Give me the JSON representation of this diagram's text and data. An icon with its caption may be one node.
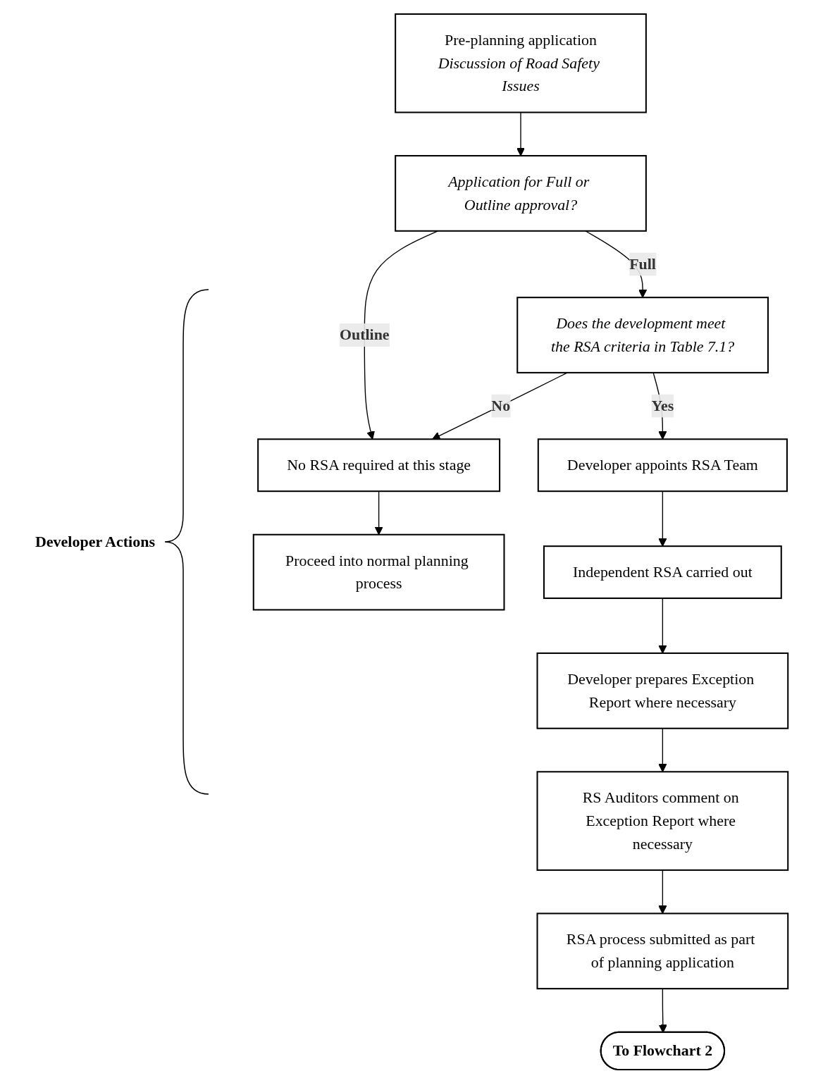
{
  "diagram": {
    "nodes": [
      {
        "text": [
          "Pre-planning application",
          "Discussion of Road Safety Issues"
        ]
      },
      {
        "text": [
          "Application for Full or Outline approval?"
        ]
      },
      {
        "text": [
          "No RSA required at this stage"
        ]
      },
      {
        "text": [
          "Does the development meet the RSA criteria in Table 7.1?"
        ]
      },
      {
        "text": [
          "Proceed into normal planning process"
        ]
      },
      {
        "text": [
          "Developer appoints RSA Team"
        ]
      },
      {
        "text": [
          "Independent RSA carried out"
        ]
      },
      {
        "text": [
          "Developer prepares Exception Report where necessary"
        ]
      },
      {
        "text": [
          "RS Auditors comment on Exception Report where necessary"
        ]
      },
      {
        "text": [
          "RSA process submitted as part of planning application"
        ]
      },
      {
        "text": [
          "To Flowchart 2"
        ]
      }
    ],
    "edges": [
      {
        "from": 0,
        "to": 1,
        "arrow": "to"
      },
      {
        "from": 1,
        "to": 2,
        "label": "Outline",
        "arrow": "to"
      },
      {
        "from": 1,
        "to": 3,
        "label": "Full",
        "arrow": "to"
      },
      {
        "from": 3,
        "to": 2,
        "label": "No",
        "arrow": "to"
      },
      {
        "from": 2,
        "to": 4,
        "arrow": "to"
      },
      {
        "from": 3,
        "to": 5,
        "label": "Yes",
        "arrow": "to"
      },
      {
        "from": 5,
        "to": 6,
        "arrow": "to"
      },
      {
        "from": 6,
        "to": 7,
        "arrow": "to"
      },
      {
        "from": 7,
        "to": 8,
        "arrow": "to"
      },
      {
        "from": 8,
        "to": 9,
        "arrow": "to"
      },
      {
        "from": 9,
        "to": 10,
        "arrow": "to"
      }
    ],
    "labels": [
      "Developer Actions"
    ]
  }
}
